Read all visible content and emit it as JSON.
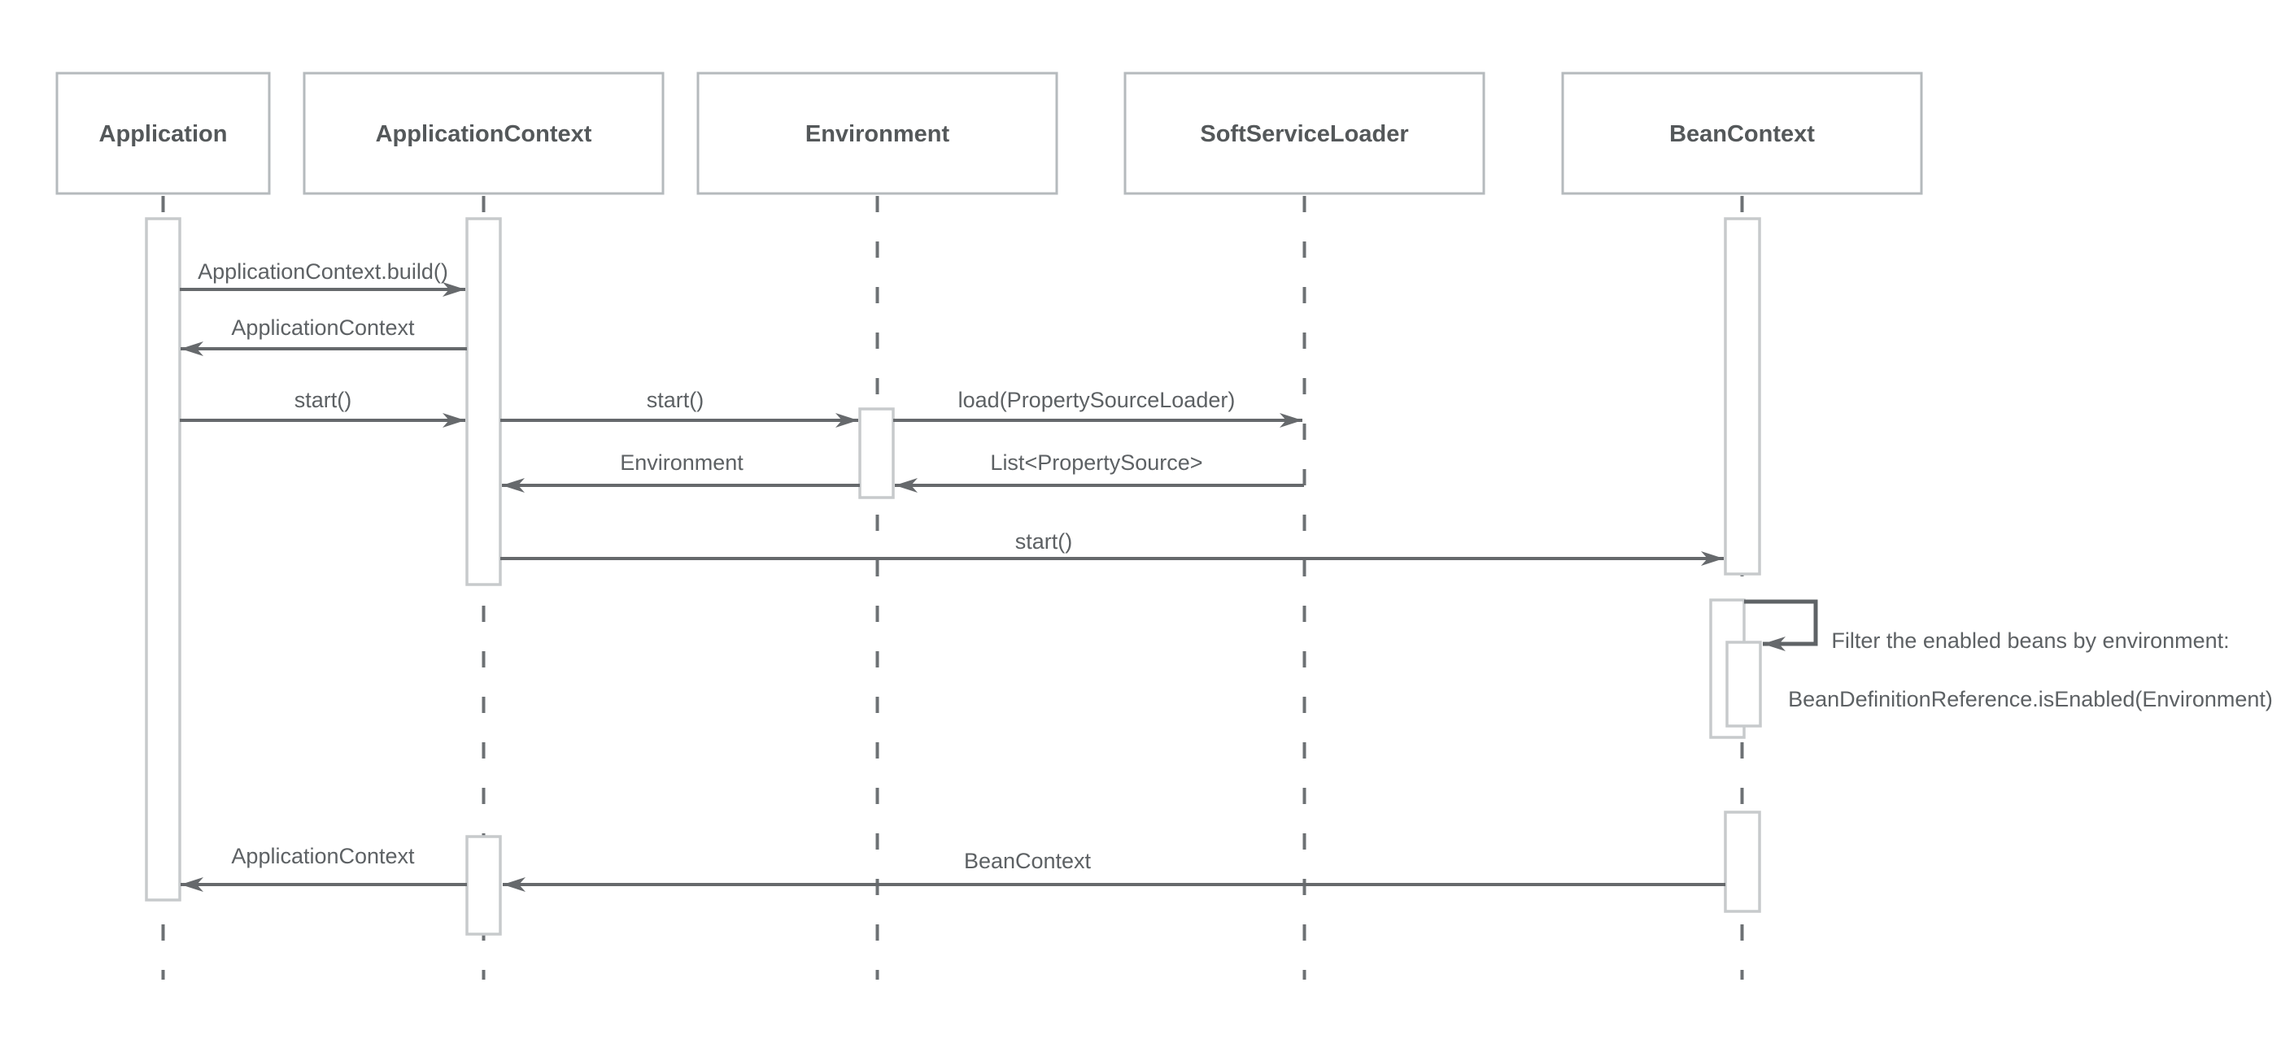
{
  "diagram": {
    "type": "uml-sequence-diagram",
    "actors": [
      {
        "id": "application",
        "label": "Application"
      },
      {
        "id": "application-context",
        "label": "ApplicationContext"
      },
      {
        "id": "environment",
        "label": "Environment"
      },
      {
        "id": "soft-service-loader",
        "label": "SoftServiceLoader"
      },
      {
        "id": "bean-context",
        "label": "BeanContext"
      }
    ],
    "messages": [
      {
        "from": "Application",
        "to": "ApplicationContext",
        "kind": "call",
        "label": "ApplicationContext.build()"
      },
      {
        "from": "ApplicationContext",
        "to": "Application",
        "kind": "return",
        "label": "ApplicationContext"
      },
      {
        "from": "Application",
        "to": "ApplicationContext",
        "kind": "call",
        "label": "start()"
      },
      {
        "from": "ApplicationContext",
        "to": "Environment",
        "kind": "call",
        "label": "start()"
      },
      {
        "from": "Environment",
        "to": "SoftServiceLoader",
        "kind": "call",
        "label": "load(PropertySourceLoader)"
      },
      {
        "from": "Environment",
        "to": "ApplicationContext",
        "kind": "return",
        "label": "Environment"
      },
      {
        "from": "SoftServiceLoader",
        "to": "Environment",
        "kind": "return",
        "label": "List<PropertySource>"
      },
      {
        "from": "ApplicationContext",
        "to": "BeanContext",
        "kind": "call",
        "label": "start()"
      },
      {
        "from": "BeanContext",
        "to": "BeanContext",
        "kind": "self",
        "label_lines": [
          "Filter the enabled beans by environment:",
          "BeanDefinitionReference.isEnabled(Environment)"
        ]
      },
      {
        "from": "BeanContext",
        "to": "ApplicationContext",
        "kind": "return",
        "label": "BeanContext"
      },
      {
        "from": "ApplicationContext",
        "to": "Application",
        "kind": "return",
        "label": "ApplicationContext"
      }
    ],
    "colors": {
      "background": "#ffffff",
      "actor_box_border": "#b5babd",
      "actor_box_fill": "#ffffff",
      "actor_text": "#54585a",
      "activation_border": "#c7cacc",
      "activation_fill": "#ffffff",
      "lifeline": "#6d7174",
      "arrow": "#66696c",
      "message_text": "#5d6164"
    }
  }
}
